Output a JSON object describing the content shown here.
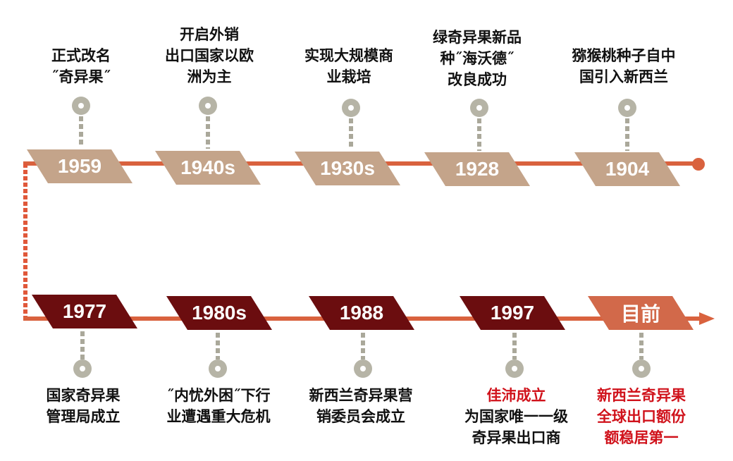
{
  "colors": {
    "line": "#d9623e",
    "top_box": "#c4a48a",
    "bottom_box": "#6b0d0f",
    "current_box": "#d2694a",
    "highlight_text": "#d0121b"
  },
  "top_row": [
    {
      "label": "1959",
      "text": [
        "正式改名",
        "˝奇异果˝"
      ]
    },
    {
      "label": "1940s",
      "text": [
        "开启外销",
        "出口国家以欧",
        "洲为主"
      ]
    },
    {
      "label": "1930s",
      "text": [
        "实现大规模商",
        "业栽培"
      ]
    },
    {
      "label": "1928",
      "text": [
        "绿奇异果新品",
        "种˝海沃德˝",
        "改良成功"
      ]
    },
    {
      "label": "1904",
      "text": [
        "猕猴桃种子自中",
        "国引入新西兰"
      ]
    }
  ],
  "bottom_row": [
    {
      "label": "1977",
      "text": [
        "国家奇异果",
        "管理局成立"
      ]
    },
    {
      "label": "1980s",
      "text": [
        "˝内忧外困˝下行",
        "业遭遇重大危机"
      ]
    },
    {
      "label": "1988",
      "text": [
        "新西兰奇异果营",
        "销委员会成立"
      ]
    },
    {
      "label": "1997",
      "text": [
        "佳沛成立",
        "为国家唯一一级",
        "奇异果出口商"
      ]
    },
    {
      "label": "目前",
      "text": [
        "新西兰奇异果",
        "全球出口额份",
        "额稳居第一"
      ]
    }
  ]
}
